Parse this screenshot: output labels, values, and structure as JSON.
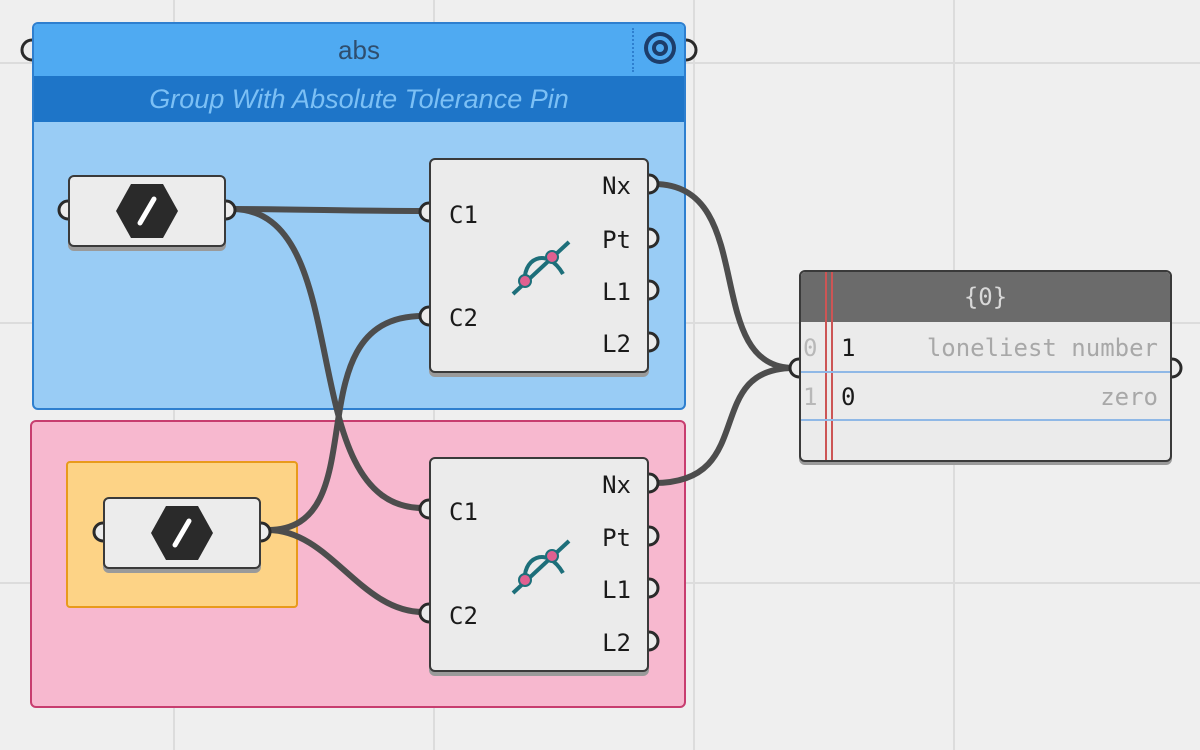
{
  "canvas": {
    "background": "#efefef"
  },
  "groups": {
    "blue": {
      "title": "abs",
      "subtitle": "Group With Absolute Tolerance Pin",
      "colors": {
        "fill": "#99ccf5",
        "title": "#4faaf2",
        "subtitle": "#1e75c8",
        "border": "#2e7fcf"
      },
      "pin_icon": "target-pin-icon"
    },
    "pink": {
      "colors": {
        "fill": "#f7b8cf",
        "border": "#c73d6f"
      }
    },
    "orange": {
      "colors": {
        "fill": "#fdd386",
        "border": "#e89a1c"
      }
    }
  },
  "params": {
    "top": {
      "icon": "slash-hexagon-icon"
    },
    "bottom": {
      "icon": "slash-hexagon-icon"
    }
  },
  "components": {
    "top": {
      "inputs": [
        "C1",
        "C2"
      ],
      "outputs": [
        "Nx",
        "Pt",
        "L1",
        "L2"
      ],
      "icon": "curve-curve-intersection-icon"
    },
    "bottom": {
      "inputs": [
        "C1",
        "C2"
      ],
      "outputs": [
        "Nx",
        "Pt",
        "L1",
        "L2"
      ],
      "icon": "curve-curve-intersection-icon"
    }
  },
  "panel": {
    "header": "{0}",
    "rows": [
      {
        "index": "0",
        "value": "1",
        "description": "loneliest number"
      },
      {
        "index": "1",
        "value": "0",
        "description": "zero"
      }
    ]
  }
}
